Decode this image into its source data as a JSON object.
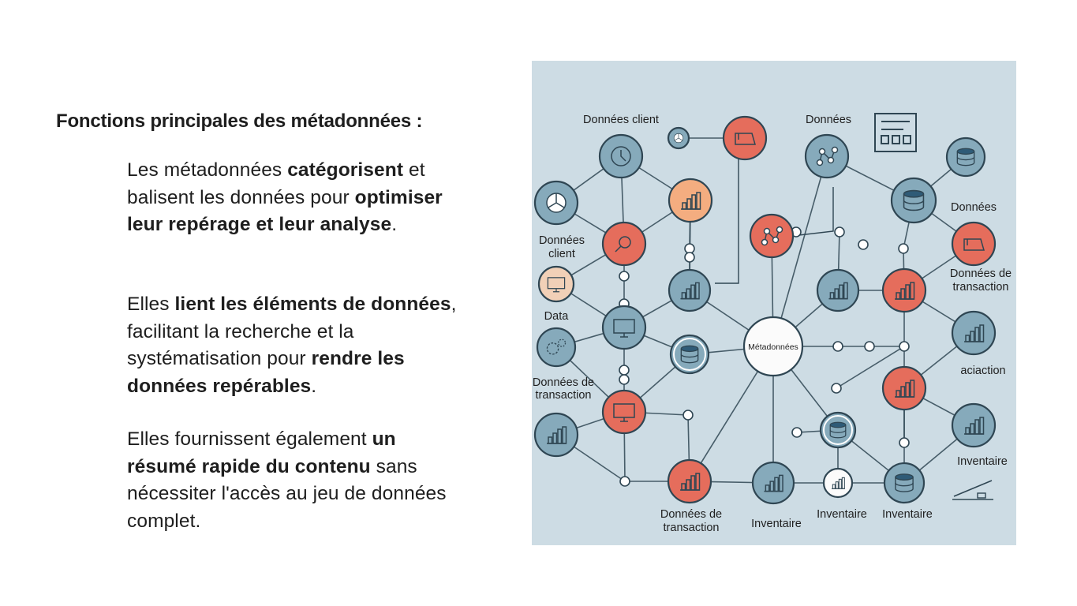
{
  "heading": "Fonctions principales des métadonnées :",
  "paragraphs": [
    [
      {
        "t": "Les métadonnées ",
        "b": false
      },
      {
        "t": "catégorisent",
        "b": true
      },
      {
        "t": " et balisent les données pour ",
        "b": false
      },
      {
        "t": "optimiser leur repérage et leur analyse",
        "b": true
      },
      {
        "t": ".",
        "b": false
      }
    ],
    [
      {
        "t": "Elles ",
        "b": false
      },
      {
        "t": "lient les éléments de données",
        "b": true
      },
      {
        "t": ", facilitant la recherche et la systématisation pour ",
        "b": false
      },
      {
        "t": "rendre les données repérables",
        "b": true
      },
      {
        "t": ".",
        "b": false
      }
    ],
    [
      {
        "t": "Elles fournissent également ",
        "b": false
      },
      {
        "t": "un résumé rapide du contenu",
        "b": true
      },
      {
        "t": " sans nécessiter l'accès au jeu de données complet.",
        "b": false
      }
    ]
  ],
  "diagram": {
    "center_label": "Métadonnées",
    "labels": {
      "donnees_client_top": "Données client",
      "donnees_top": "Données",
      "donnees_right": "Données",
      "donnees_client_left_1": "Données",
      "donnees_client_left_2": "client",
      "donnees_transaction_right_1": "Données de",
      "donnees_transaction_right_2": "transaction",
      "data_left": "Data",
      "aciaction_right": "aciaction",
      "donnees_transaction_left_1": "Données de",
      "donnees_transaction_left_2": "transaction",
      "inventaire_right": "Inventaire",
      "donnees_transaction_bottom_1": "Données de",
      "donnees_transaction_bottom_2": "transaction",
      "inventaire_bottom_1": "Inventaire",
      "inventaire_bottom_2": "Inventaire",
      "inventaire_bottom_3": "Inventaire"
    },
    "colors": {
      "background": "#cddce4",
      "node_blue": "#86aabb",
      "node_red": "#e56d5c",
      "node_orange": "#f4ad80",
      "node_peach": "#f1d0b7",
      "stroke": "#2f4653"
    }
  }
}
